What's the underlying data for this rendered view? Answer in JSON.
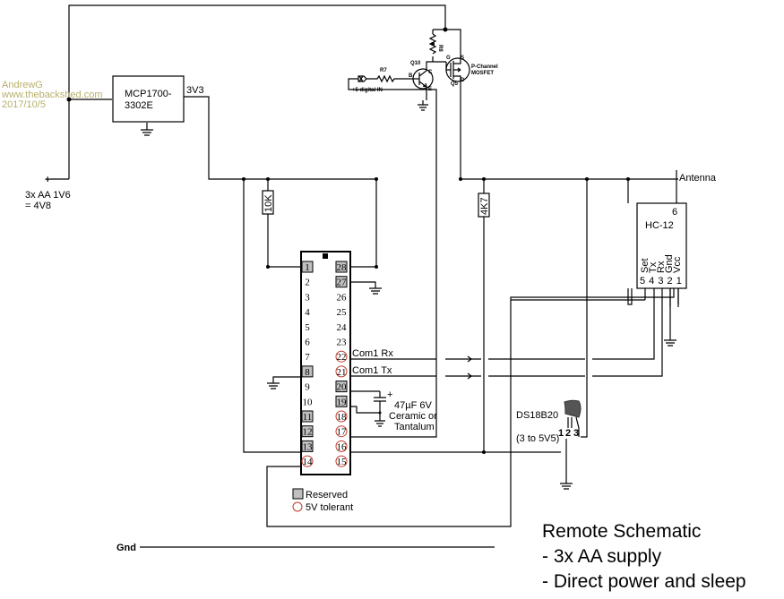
{
  "watermark": {
    "author": "AndrewG",
    "site": "www.thebackshed.com",
    "date": "2017/10/5",
    "color": "#b8b06a"
  },
  "power": {
    "battery_plus": "+",
    "battery_line1": "3x AA 1V6",
    "battery_line2": "= 4V8",
    "regulator_line1": "MCP1700-",
    "regulator_line2": "3302E",
    "rail_label": "3V3"
  },
  "switch_circuit": {
    "r8": "R8",
    "r7": "R7",
    "q10": "Q10",
    "q5": "Q5",
    "pin_b": "B",
    "pin_c": "C",
    "pin_e": "E",
    "pin_g": "G",
    "pin_s": "S",
    "pin_d": "D",
    "mosfet_line1": "P-Channel",
    "mosfet_line2": "MOSFET",
    "input_label": "+5 digital IN"
  },
  "resistors": {
    "pullup_reset": "10K",
    "pullup_onewire": "4K7"
  },
  "mcu": {
    "left_pins": [
      {
        "num": "1",
        "style": "reserved"
      },
      {
        "num": "2",
        "style": "normal"
      },
      {
        "num": "3",
        "style": "normal"
      },
      {
        "num": "4",
        "style": "normal"
      },
      {
        "num": "5",
        "style": "normal"
      },
      {
        "num": "6",
        "style": "normal"
      },
      {
        "num": "7",
        "style": "normal"
      },
      {
        "num": "8",
        "style": "reserved"
      },
      {
        "num": "9",
        "style": "normal"
      },
      {
        "num": "10",
        "style": "normal"
      },
      {
        "num": "11",
        "style": "reserved"
      },
      {
        "num": "12",
        "style": "reserved"
      },
      {
        "num": "13",
        "style": "reserved"
      },
      {
        "num": "14",
        "style": "tolerant"
      }
    ],
    "right_pins": [
      {
        "num": "28",
        "style": "reserved"
      },
      {
        "num": "27",
        "style": "reserved"
      },
      {
        "num": "26",
        "style": "normal"
      },
      {
        "num": "25",
        "style": "normal"
      },
      {
        "num": "24",
        "style": "normal"
      },
      {
        "num": "23",
        "style": "normal"
      },
      {
        "num": "22",
        "style": "tolerant"
      },
      {
        "num": "21",
        "style": "tolerant"
      },
      {
        "num": "20",
        "style": "reserved"
      },
      {
        "num": "19",
        "style": "reserved"
      },
      {
        "num": "18",
        "style": "tolerant"
      },
      {
        "num": "17",
        "style": "tolerant"
      },
      {
        "num": "16",
        "style": "tolerant"
      },
      {
        "num": "15",
        "style": "tolerant"
      }
    ],
    "com_rx": "Com1 Rx",
    "com_tx": "Com1 Tx"
  },
  "capacitor": {
    "plus": "+",
    "line1": "47µF 6V",
    "line2": "Ceramic or",
    "line3": "Tantalum"
  },
  "legend": {
    "reserved": "Reserved",
    "tolerant": "5V tolerant",
    "reserved_color": "#c0c0c0",
    "tolerant_color": "#c0392b"
  },
  "radio": {
    "antenna": "Antenna",
    "pin6": "6",
    "name": "HC-12",
    "pin_names": [
      "Set",
      "Tx",
      "Rx",
      "Gnd",
      "Vcc"
    ],
    "pin_numbers": "5 4 3 2 1"
  },
  "sensor": {
    "name": "DS18B20",
    "range": "(3 to 5V5)",
    "pins": [
      "1",
      "2",
      "3"
    ]
  },
  "ground_label": "Gnd",
  "caption": {
    "title": "Remote Schematic",
    "line1": "- 3x AA supply",
    "line2": "- Direct power and sleep"
  }
}
